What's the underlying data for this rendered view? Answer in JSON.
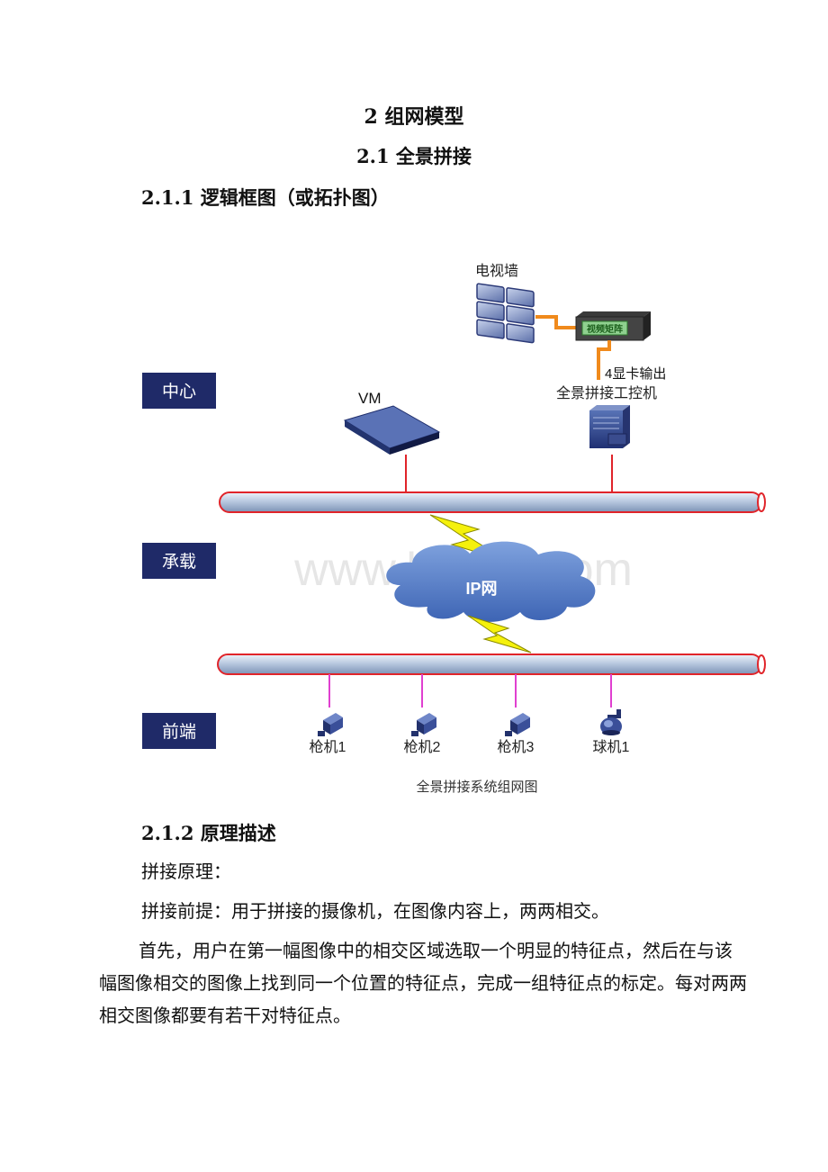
{
  "doc": {
    "h1": "2 组网模型",
    "h2": "2.1 全景拼接",
    "h3_a": "2.1.1 逻辑框图（或拓扑图）",
    "h3_b": "2.1.2 原理描述",
    "p1": "拼接原理：",
    "p2": "拼接前提：用于拼接的摄像机，在图像内容上，两两相交。",
    "p3": "首先，用户在第一幅图像中的相交区域选取一个明显的特征点，然后在与该幅图像相交的图像上找到同一个位置的特征点，完成一组特征点的标定。每对两两相交图像都要有若干对特征点。"
  },
  "diagram": {
    "tv_wall": "电视墙",
    "matrix": "视频矩阵",
    "gpu_output": "4显卡输出",
    "workstation": "全景拼接工控机",
    "vm": "VM",
    "layer_center": "中心",
    "layer_bearer": "承载",
    "layer_front": "前端",
    "ip_net": "IP网",
    "watermark": "www.bdocx.com",
    "cam1": "枪机1",
    "cam2": "枪机2",
    "cam3": "枪机3",
    "dome1": "球机1",
    "caption": "全景拼接系统组网图"
  }
}
